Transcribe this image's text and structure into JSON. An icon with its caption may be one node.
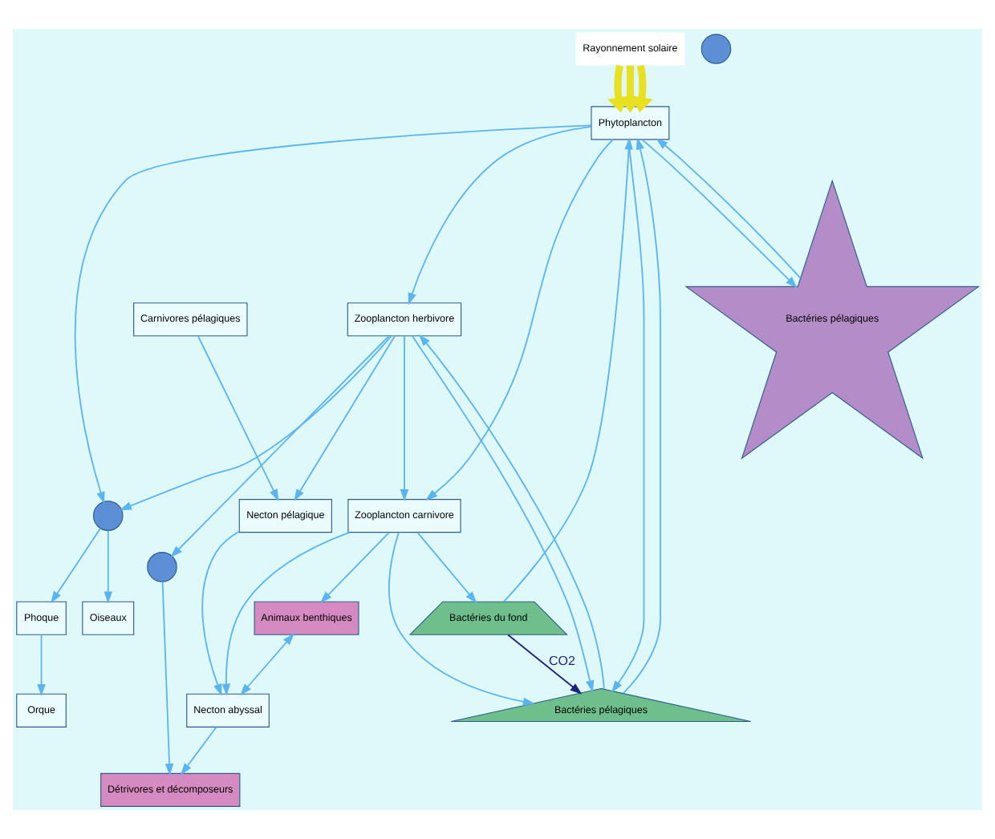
{
  "diagram": {
    "nodes": [
      {
        "text": [
          "Rayonnement solaire"
        ]
      },
      {
        "text": [
          "Phytoplancton"
        ]
      },
      {
        "text": [
          "Zooplancton herbivore"
        ]
      },
      {
        "text": [
          "Oiseaux"
        ]
      },
      {
        "text": [],
        "shape": "circle"
      },
      {
        "text": [
          "Phoque"
        ]
      },
      {
        "text": [
          "Orque"
        ]
      },
      {
        "text": [],
        "shape": "circle"
      },
      {
        "text": [
          "Carnivores pélagiques"
        ]
      },
      {
        "text": [],
        "shape": "circle"
      },
      {
        "text": [
          "Bactéries pélagiques"
        ]
      },
      {
        "text": [
          "Bactéries pélagiques"
        ]
      },
      {
        "text": [
          "Bactéries du fond"
        ]
      },
      {
        "text": [
          "Zooplancton carnivore"
        ]
      },
      {
        "text": [
          "Necton pélagique"
        ]
      },
      {
        "text": [
          "Necton abyssal"
        ]
      },
      {
        "text": [
          "Animaux benthiques"
        ]
      },
      {
        "text": [
          "Détrivores et décomposeurs"
        ]
      }
    ],
    "edges": [
      {
        "from": 0,
        "to": 1,
        "arrow": "to",
        "color": "#e8e020",
        "style": "thick"
      },
      {
        "from": 0,
        "to": 1,
        "arrow": "to",
        "color": "#e8e020",
        "style": "thick"
      },
      {
        "from": 0,
        "to": 1,
        "arrow": "to",
        "color": "#e8e020",
        "style": "thick"
      },
      {
        "from": 1,
        "to": 10,
        "arrow": "to"
      },
      {
        "from": 10,
        "to": 1,
        "arrow": "to"
      },
      {
        "from": 1,
        "to": 2,
        "arrow": "to"
      },
      {
        "from": 1,
        "to": 4,
        "arrow": "to"
      },
      {
        "from": 2,
        "to": 4,
        "arrow": "to"
      },
      {
        "from": 4,
        "to": 3,
        "arrow": "to"
      },
      {
        "from": 4,
        "to": 5,
        "arrow": "to"
      },
      {
        "from": 5,
        "to": 6,
        "arrow": "to"
      },
      {
        "from": 2,
        "to": 7,
        "arrow": "to"
      },
      {
        "from": 7,
        "to": 17,
        "arrow": "to"
      },
      {
        "from": 8,
        "to": 14,
        "arrow": "to"
      },
      {
        "from": 1,
        "to": 11,
        "arrow": "to"
      },
      {
        "from": 11,
        "to": 1,
        "arrow": "to"
      },
      {
        "from": 2,
        "to": 11,
        "arrow": "to"
      },
      {
        "from": 11,
        "to": 2,
        "arrow": "to"
      },
      {
        "from": 1,
        "to": 13,
        "arrow": "to"
      },
      {
        "from": 2,
        "to": 13,
        "arrow": "to"
      },
      {
        "from": 2,
        "to": 14,
        "arrow": "to"
      },
      {
        "from": 13,
        "to": 11,
        "arrow": "to"
      },
      {
        "from": 13,
        "to": 12,
        "arrow": "to"
      },
      {
        "from": 13,
        "to": 16,
        "arrow": "to"
      },
      {
        "from": 13,
        "to": 15,
        "arrow": "to"
      },
      {
        "from": 14,
        "to": 15,
        "arrow": "to"
      },
      {
        "from": 16,
        "to": 15,
        "arrow": "both"
      },
      {
        "from": 15,
        "to": 17,
        "arrow": "to"
      },
      {
        "from": 12,
        "to": 1,
        "arrow": "to"
      },
      {
        "from": 12,
        "to": 11,
        "arrow": "to",
        "label": "CO2",
        "color": "#1a237e"
      }
    ]
  }
}
